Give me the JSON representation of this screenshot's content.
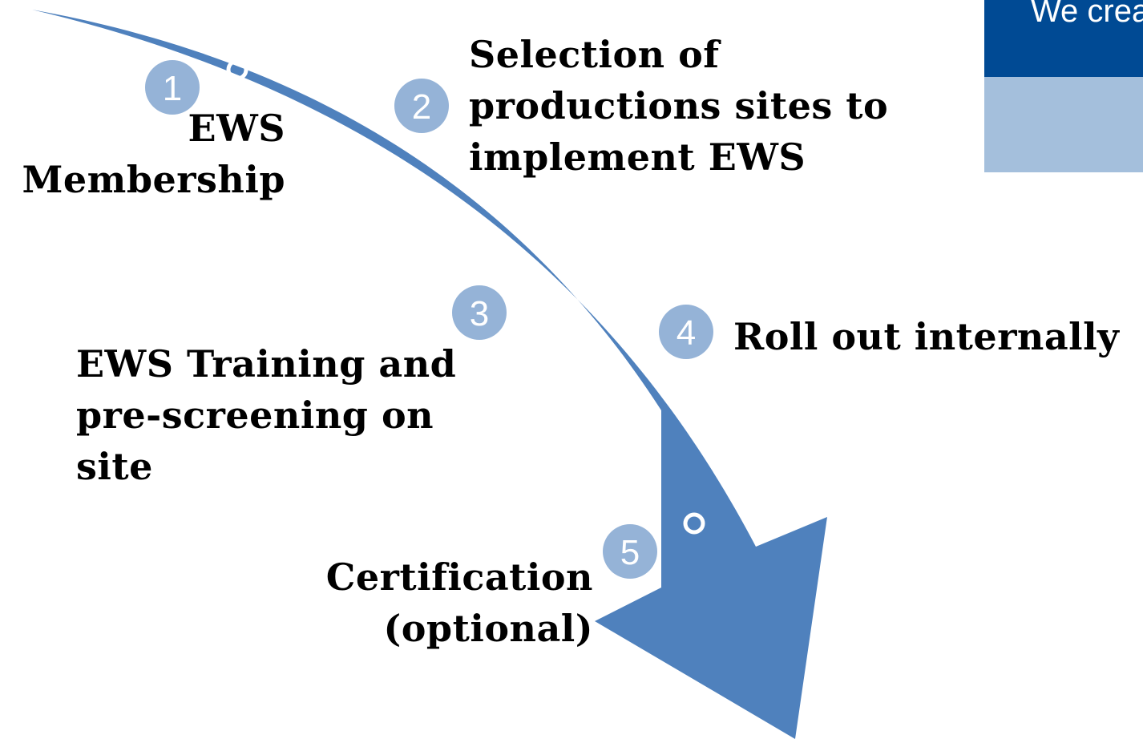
{
  "colors": {
    "arrow": "#4f81bd",
    "badge": "#95b3d7",
    "ring": "#ffffff",
    "badge_text": "#ffffff",
    "brand_dark": "#004a94",
    "brand_light": "#a4bfdc"
  },
  "brand": {
    "tagline": "We crea"
  },
  "steps": [
    {
      "number": "1",
      "lines": [
        "EWS",
        "Membership"
      ]
    },
    {
      "number": "2",
      "lines": [
        "Selection of",
        "productions sites to",
        "implement EWS"
      ]
    },
    {
      "number": "3",
      "lines": [
        "EWS Training and",
        "pre-screening on",
        "site"
      ]
    },
    {
      "number": "4",
      "lines": [
        "Roll out internally"
      ]
    },
    {
      "number": "5",
      "lines": [
        "Certification",
        "(optional)"
      ]
    }
  ]
}
